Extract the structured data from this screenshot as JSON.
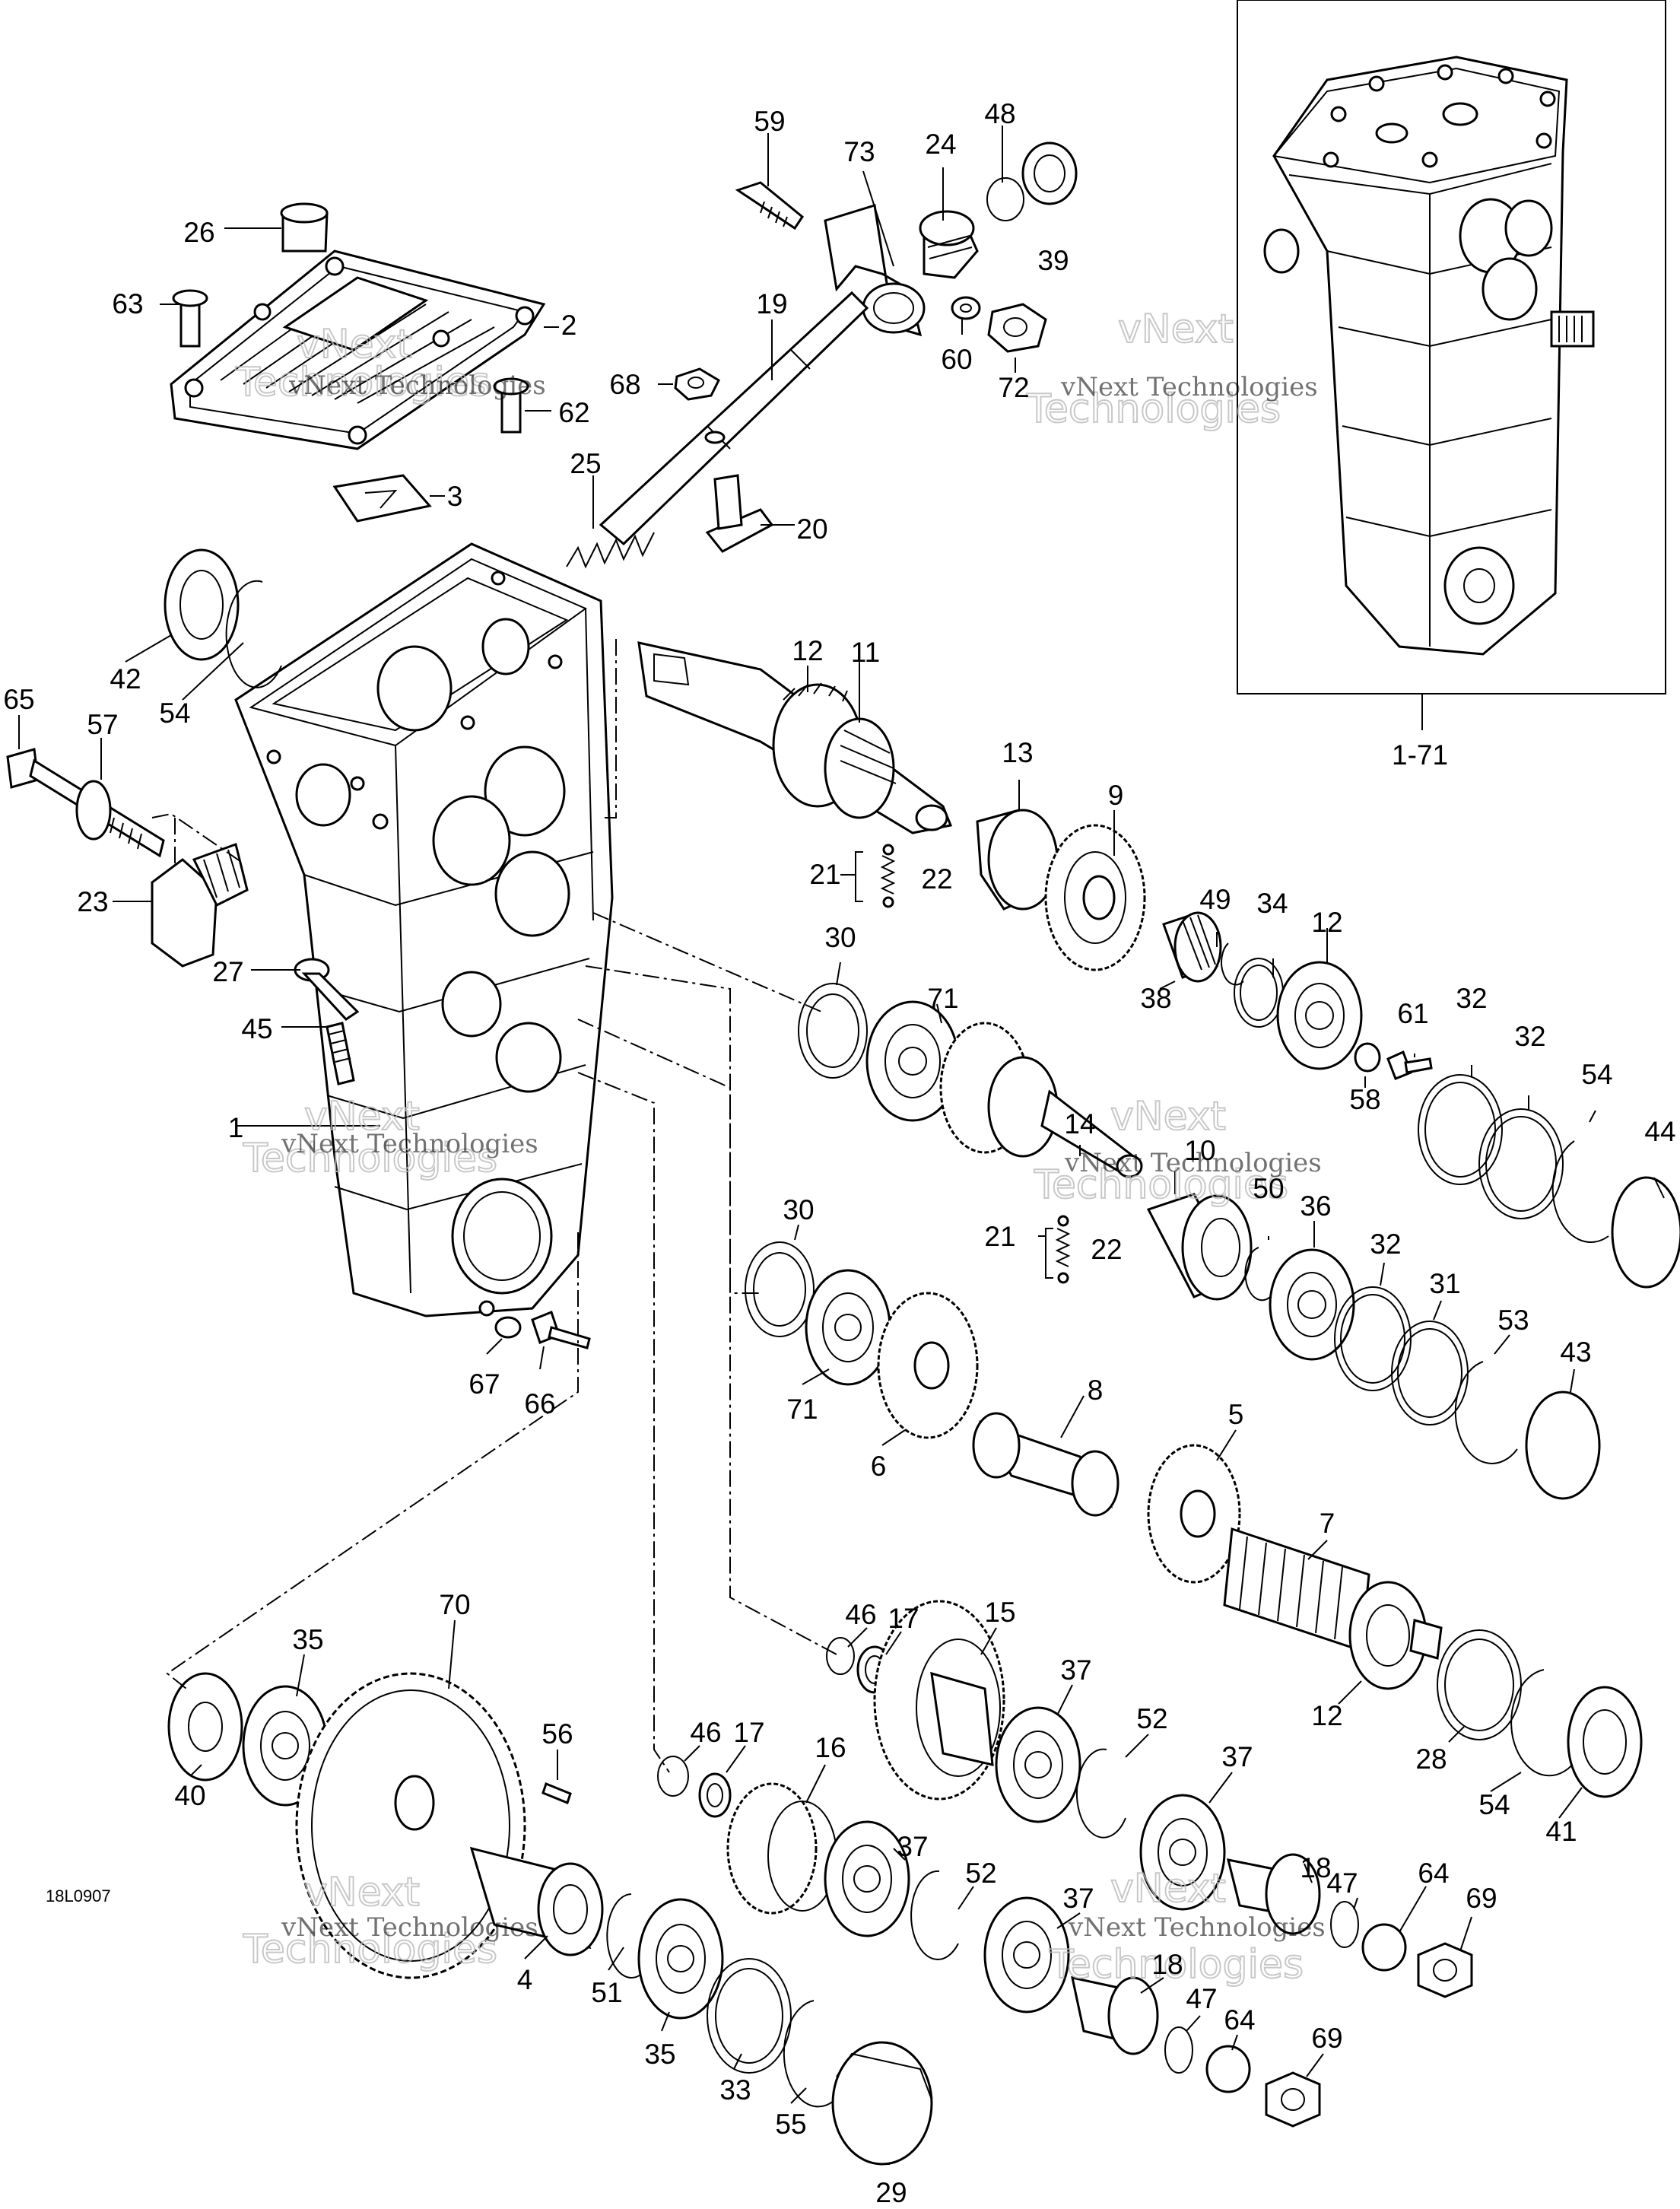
{
  "diagram": {
    "drawing_code": "18L0907",
    "watermark_text": "vNext Technologies",
    "watermark_line1": "vNext",
    "watermark_line2": "Technologies",
    "callouts": [
      "26",
      "63",
      "2",
      "62",
      "3",
      "59",
      "73",
      "24",
      "48",
      "39",
      "19",
      "60",
      "72",
      "68",
      "25",
      "20",
      "42",
      "54",
      "65",
      "57",
      "23",
      "27",
      "45",
      "1",
      "67",
      "66",
      "12",
      "11",
      "13",
      "9",
      "21",
      "22",
      "49",
      "34",
      "12",
      "38",
      "61",
      "58",
      "32",
      "32",
      "54",
      "44",
      "30",
      "71",
      "14",
      "10",
      "21",
      "22",
      "50",
      "36",
      "32",
      "31",
      "53",
      "43",
      "30",
      "71",
      "6",
      "8",
      "5",
      "7",
      "12",
      "28",
      "54",
      "41",
      "46",
      "17",
      "15",
      "37",
      "52",
      "37",
      "18",
      "47",
      "64",
      "69",
      "35",
      "70",
      "40",
      "56",
      "46",
      "17",
      "16",
      "37",
      "52",
      "37",
      "18",
      "47",
      "64",
      "69",
      "4",
      "51",
      "35",
      "33",
      "55",
      "29"
    ],
    "inset_label": "1-71"
  }
}
